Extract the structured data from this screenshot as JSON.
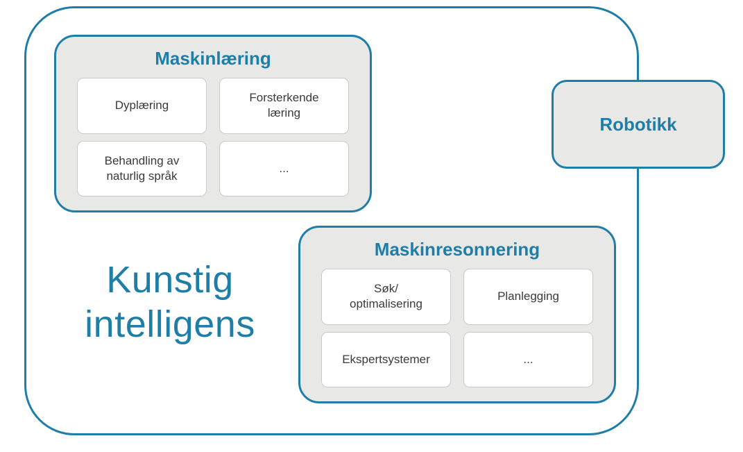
{
  "colors": {
    "accent": "#1e7ea8",
    "group_fill": "#e8e8e6",
    "subbox_border": "#c9c9c7",
    "text_dark": "#3a3a3a",
    "canvas_bg": "#ffffff"
  },
  "diagram": {
    "root_label": "Kunstig\nintelligens",
    "groups": [
      {
        "title": "Maskinlæring",
        "items": [
          "Dyplæring",
          "Forsterkende\nlæring",
          "Behandling av\nnaturlig språk",
          "..."
        ]
      },
      {
        "title": "Maskinresonnering",
        "items": [
          "Søk/\noptimalisering",
          "Planlegging",
          "Ekspertsystemer",
          "..."
        ]
      }
    ],
    "side_box": {
      "title": "Robotikk"
    }
  }
}
